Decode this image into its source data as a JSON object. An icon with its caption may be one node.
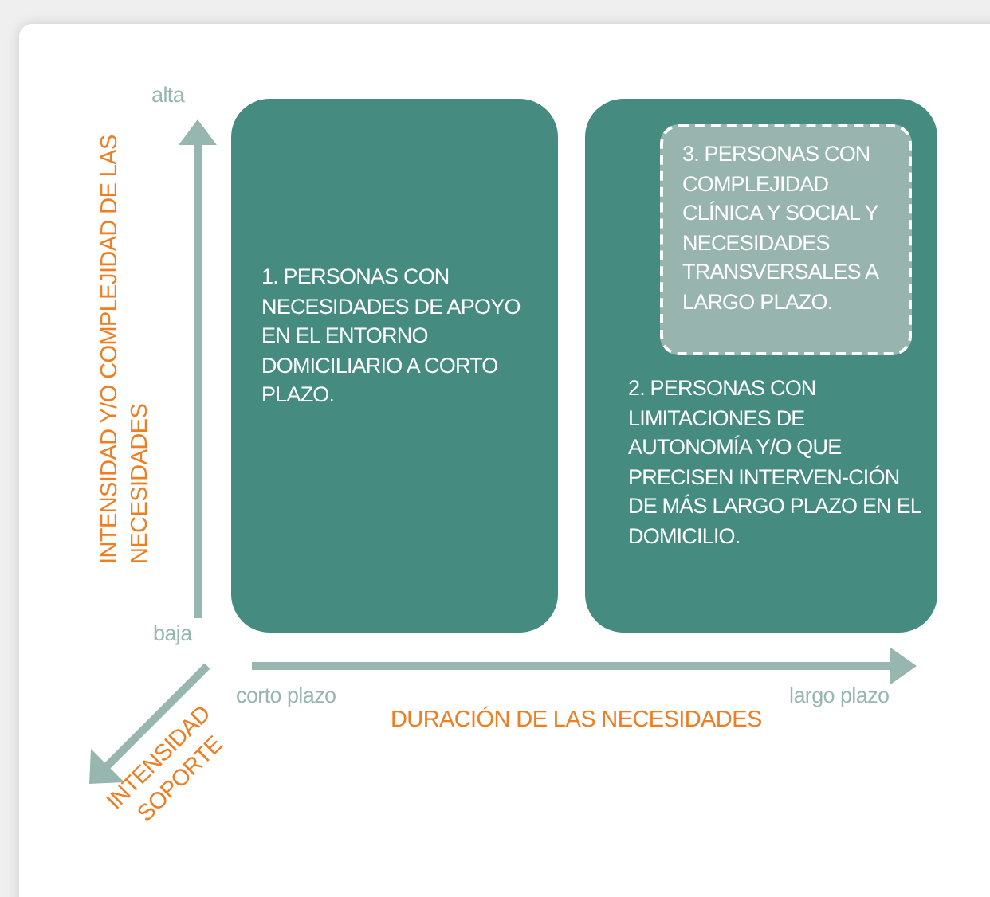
{
  "diagram": {
    "nodes": [
      {
        "text": [
          "1. PERSONAS CON NECESIDADES DE APOYO EN EL ENTORNO DOMICILIARIO A CORTO PLAZO."
        ]
      },
      {
        "text": [
          "2. PERSONAS CON LIMITACIONES DE AUTONOMÍA Y/O QUE PRECISEN INTERVEN-CIÓN DE MÁS LARGO PLAZO EN EL DOMICILIO."
        ]
      },
      {
        "text": [
          "3. PERSONAS CON COMPLEJIDAD CLÍNICA Y SOCIAL Y NECESIDADES TRANSVERSALES A LARGO PLAZO."
        ],
        "in": 1
      }
    ],
    "labels": [
      "alta",
      "INTENSIDAD Y/O COMPLEJIDAD DE LAS NECESIDADES",
      "baja",
      "corto plazo",
      "largo plazo",
      "DURACIÓN DE LAS NECESIDADES",
      "INTENSIDAD SOPORTE"
    ]
  }
}
